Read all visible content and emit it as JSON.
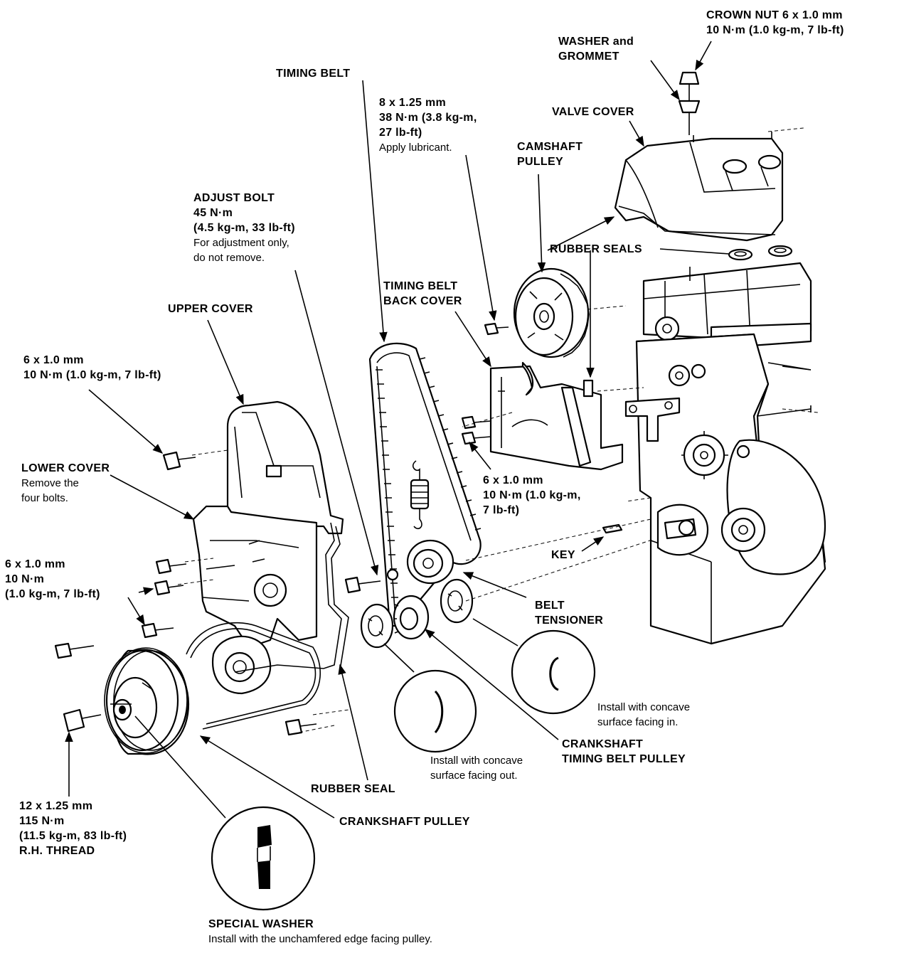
{
  "labels": {
    "crown_nut": [
      "CROWN NUT 6 x 1.0 mm",
      "10 N·m (1.0 kg-m, 7 lb-ft)"
    ],
    "washer_grommet": [
      "WASHER and",
      "GROMMET"
    ],
    "timing_belt": "TIMING BELT",
    "cam_bolt": [
      "8 x 1.25 mm",
      "38 N·m (3.8 kg-m,",
      "27 lb-ft)"
    ],
    "cam_bolt_note": "Apply lubricant.",
    "valve_cover": "VALVE COVER",
    "camshaft_pulley": [
      "CAMSHAFT",
      "PULLEY"
    ],
    "adjust_bolt": [
      "ADJUST BOLT",
      "45 N·m",
      "(4.5 kg-m, 33 lb-ft)"
    ],
    "adjust_bolt_note": [
      "For adjustment only,",
      "do not remove."
    ],
    "rubber_seals": "RUBBER SEALS",
    "back_cover": [
      "TIMING BELT",
      "BACK COVER"
    ],
    "upper_cover": "UPPER COVER",
    "upper_bolt": [
      "6 x 1.0 mm",
      "10 N·m (1.0 kg-m, 7 lb-ft)"
    ],
    "lower_cover": "LOWER COVER",
    "lower_cover_note": [
      "Remove the",
      "four bolts."
    ],
    "back_bolt": [
      "6 x 1.0 mm",
      "10 N·m (1.0 kg-m,",
      "7 lb-ft)"
    ],
    "lower_bolt": [
      "6 x 1.0 mm",
      "10 N·m",
      "(1.0 kg-m, 7 lb-ft)"
    ],
    "key": "KEY",
    "belt_tensioner": [
      "BELT",
      "TENSIONER"
    ],
    "concave_in": [
      "Install with concave",
      "surface facing in."
    ],
    "crank_timing_pulley": [
      "CRANKSHAFT",
      "TIMING BELT PULLEY"
    ],
    "concave_out": [
      "Install with concave",
      "surface facing out."
    ],
    "rubber_seal": "RUBBER SEAL",
    "crank_bolt": [
      "12 x 1.25 mm",
      "115 N·m",
      "(11.5 kg-m, 83 lb-ft)",
      "R.H. THREAD"
    ],
    "crankshaft_pulley": "CRANKSHAFT PULLEY",
    "special_washer": "SPECIAL WASHER",
    "special_washer_note": "Install with the unchamfered edge facing pulley."
  }
}
